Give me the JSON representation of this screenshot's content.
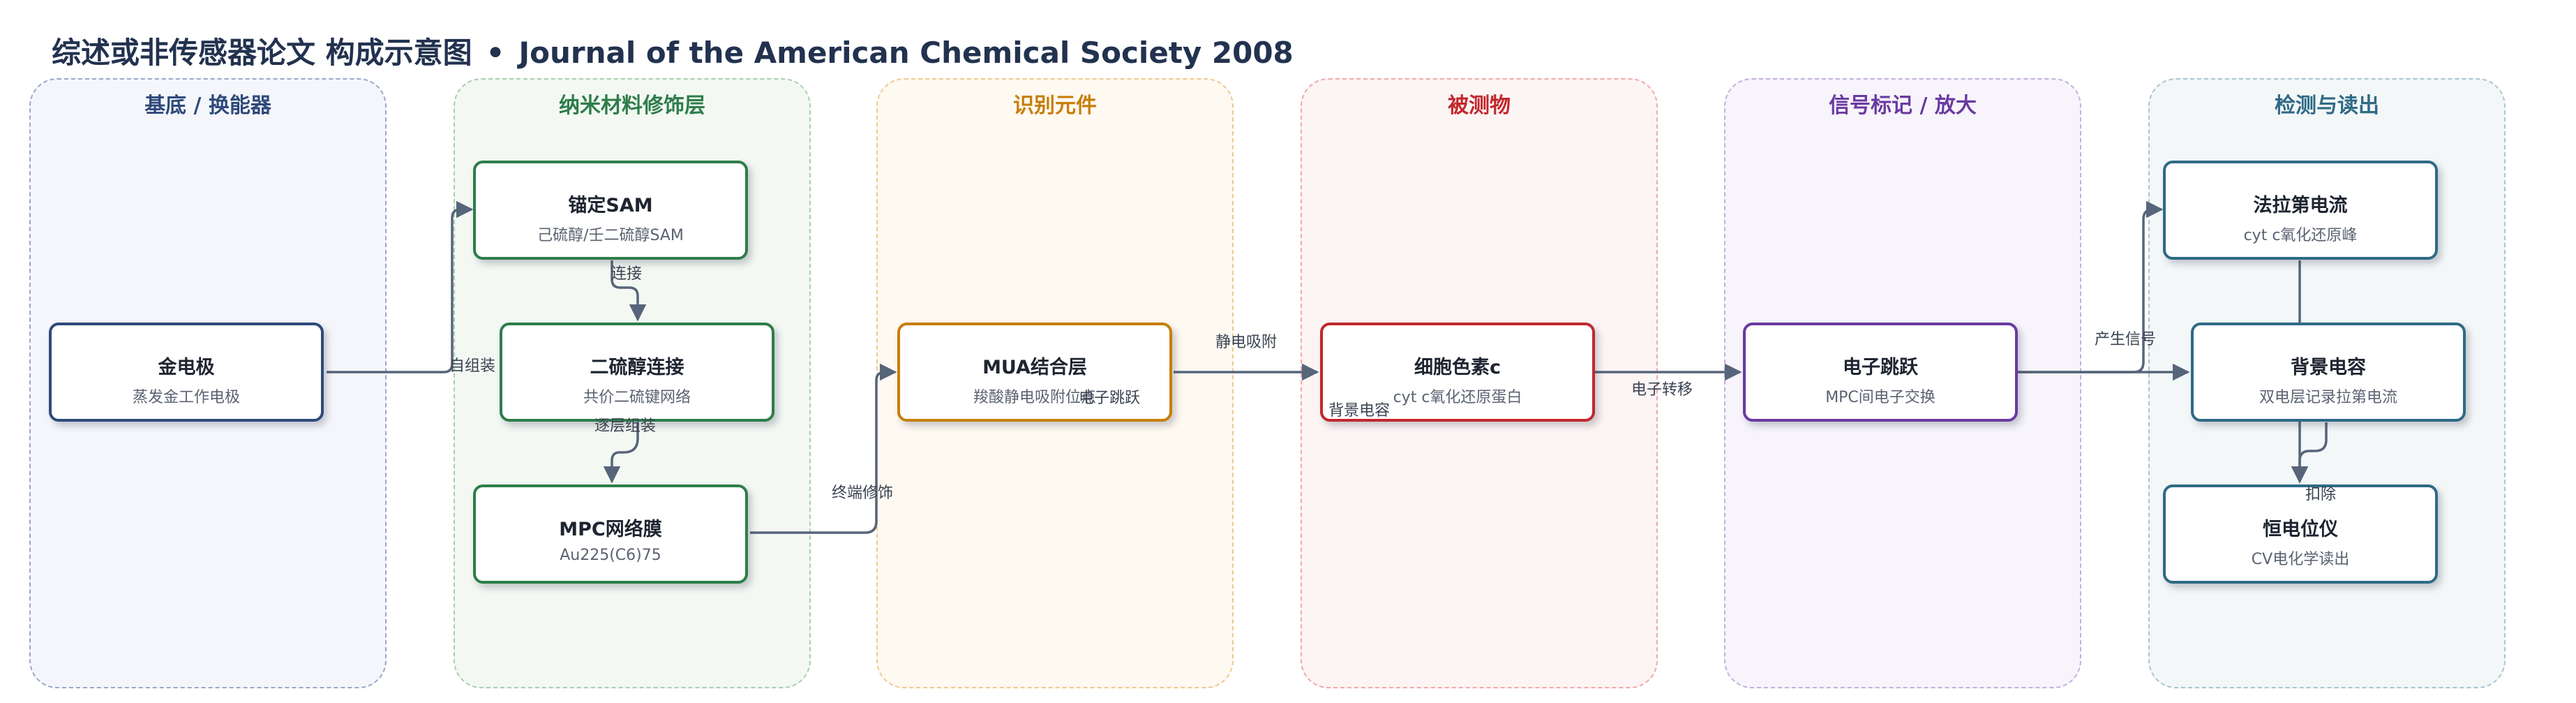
{
  "title": {
    "main": "综述或非传感器论文 构成示意图",
    "separator": "•",
    "journal": "Journal of the American Chemical Society 2008"
  },
  "colors": {
    "substrate": "#2e4a7a",
    "nano": "#2e7d4a",
    "recognition": "#c77f0a",
    "analyte": "#c0282d",
    "signal": "#6a3aa0",
    "readout": "#2f6a86",
    "edge": "#56657a"
  },
  "lanes": [
    {
      "title": "基底 / 换能器"
    },
    {
      "title": "纳米材料修饰层"
    },
    {
      "title": "识别元件"
    },
    {
      "title": "被测物"
    },
    {
      "title": "信号标记 / 放大"
    },
    {
      "title": "检测与读出"
    }
  ],
  "nodes": {
    "gold_electrode": {
      "name": "金电极",
      "sub": "蒸发金工作电极"
    },
    "anchor_sam": {
      "name": "锚定SAM",
      "sub": "己硫醇/壬二硫醇SAM"
    },
    "dithiol_link": {
      "name": "二硫醇连接",
      "sub": "共价二硫键网络"
    },
    "mpc_film": {
      "name": "MPC网络膜",
      "sub": "Au225(C6)75"
    },
    "mua_layer": {
      "name": "MUA结合层",
      "sub": "羧酸静电吸附位点"
    },
    "cytochrome_c": {
      "name": "细胞色素c",
      "sub": "cyt c氧化还原蛋白"
    },
    "electron_hopping": {
      "name": "电子跳跃",
      "sub": "MPC间电子交换"
    },
    "faradaic_current": {
      "name": "法拉第电流",
      "sub": "cyt c氧化还原峰"
    },
    "background_capacitance": {
      "name": "背景电容",
      "sub": "双电层记录拉第电流"
    },
    "potentiostat": {
      "name": "恒电位仪",
      "sub": "CV电化学读出"
    }
  },
  "edge_labels": {
    "self_assembly": "自组装",
    "connect": "连接",
    "layer_by_layer": "逐层组装",
    "terminal_modification": "终端修饰",
    "electrostatic_adsorption": "静电吸附",
    "electron_hopping_overlay": "电子跳跃",
    "background_capacitance_overlay": "背景电容",
    "electron_transfer": "电子转移",
    "generate_signal": "产生信号",
    "deduct": "扣除"
  }
}
